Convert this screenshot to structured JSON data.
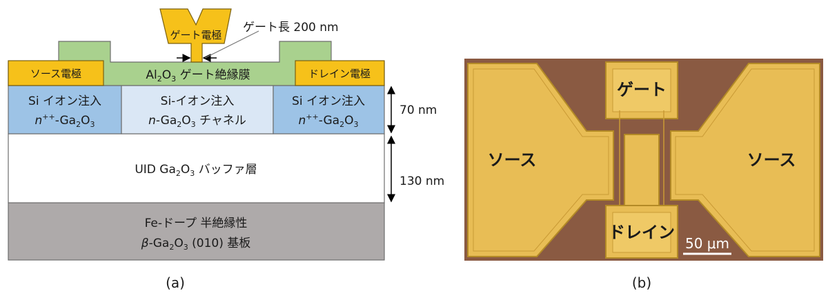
{
  "panel_a": {
    "caption": "(a)",
    "gate_electrode": "ゲート電極",
    "gate_length_label": "ゲート長 200 nm",
    "source_electrode": "ソース電極",
    "drain_electrode": "ドレイン電極",
    "dielectric": {
      "pre": "Al",
      "sub1": "2",
      "mid": "O",
      "sub2": "3",
      "post": " ゲート絶縁膜"
    },
    "left_implant": {
      "line1": "Si イオン注入",
      "line2": {
        "pre": "n",
        "sup": "++",
        "mid": "-Ga",
        "sub1": "2",
        "mid2": "O",
        "sub2": "3"
      }
    },
    "channel": {
      "line1": "Si-イオン注入",
      "line2": {
        "pre": "n",
        "mid": "-Ga",
        "sub1": "2",
        "mid2": "O",
        "sub2": "3",
        "post": " チャネル"
      }
    },
    "right_implant": {
      "line1": "Si イオン注入",
      "line2": {
        "pre": "n",
        "sup": "++",
        "mid": "-Ga",
        "sub1": "2",
        "mid2": "O",
        "sub2": "3"
      }
    },
    "buffer": {
      "pre": "UID Ga",
      "sub1": "2",
      "mid": "O",
      "sub2": "3",
      "post": " バッファ層"
    },
    "substrate": {
      "line1": "Fe-ドープ 半絶縁性",
      "line2": {
        "pre": "β",
        "mid": "-Ga",
        "sub1": "2",
        "mid2": "O",
        "sub2": "3",
        "post": " (010) 基板"
      }
    },
    "thickness_top": "70 nm",
    "thickness_bottom": "130 nm"
  },
  "panel_b": {
    "caption": "(b)",
    "gate": "ゲート",
    "drain": "ドレイン",
    "source_left": "ソース",
    "source_right": "ソース",
    "scale_bar": "50 μm"
  },
  "colors": {
    "gold": "#f6c11a",
    "gold_dark": "#9c7a10",
    "dielectric_green": "#a9d18e",
    "implant_blue": "#9dc3e6",
    "channel_blue": "#dae7f5",
    "substrate_gray": "#aeaaaa",
    "photo_brown": "#8a5a42",
    "photo_gold": "#e8bd55"
  }
}
